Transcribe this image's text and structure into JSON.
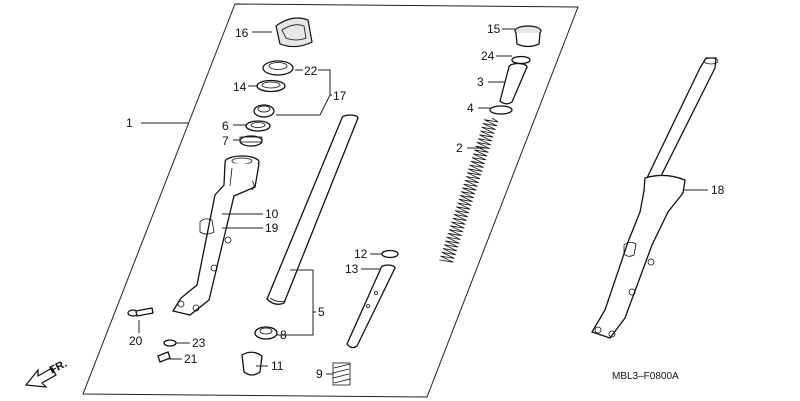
{
  "callouts": {
    "c1": "1",
    "c2": "2",
    "c3": "3",
    "c4": "4",
    "c5": "5",
    "c6": "6",
    "c7": "7",
    "c8": "8",
    "c9": "9",
    "c10": "10",
    "c11": "11",
    "c12": "12",
    "c13": "13",
    "c14": "14",
    "c15": "15",
    "c16": "16",
    "c17": "17",
    "c18": "18",
    "c19": "19",
    "c20": "20",
    "c21": "21",
    "c22": "22",
    "c23": "23",
    "c24": "24"
  },
  "diagram_code": "MBL3–F0800A",
  "direction_label": "FR.",
  "direction_icon": "front-arrow-icon"
}
